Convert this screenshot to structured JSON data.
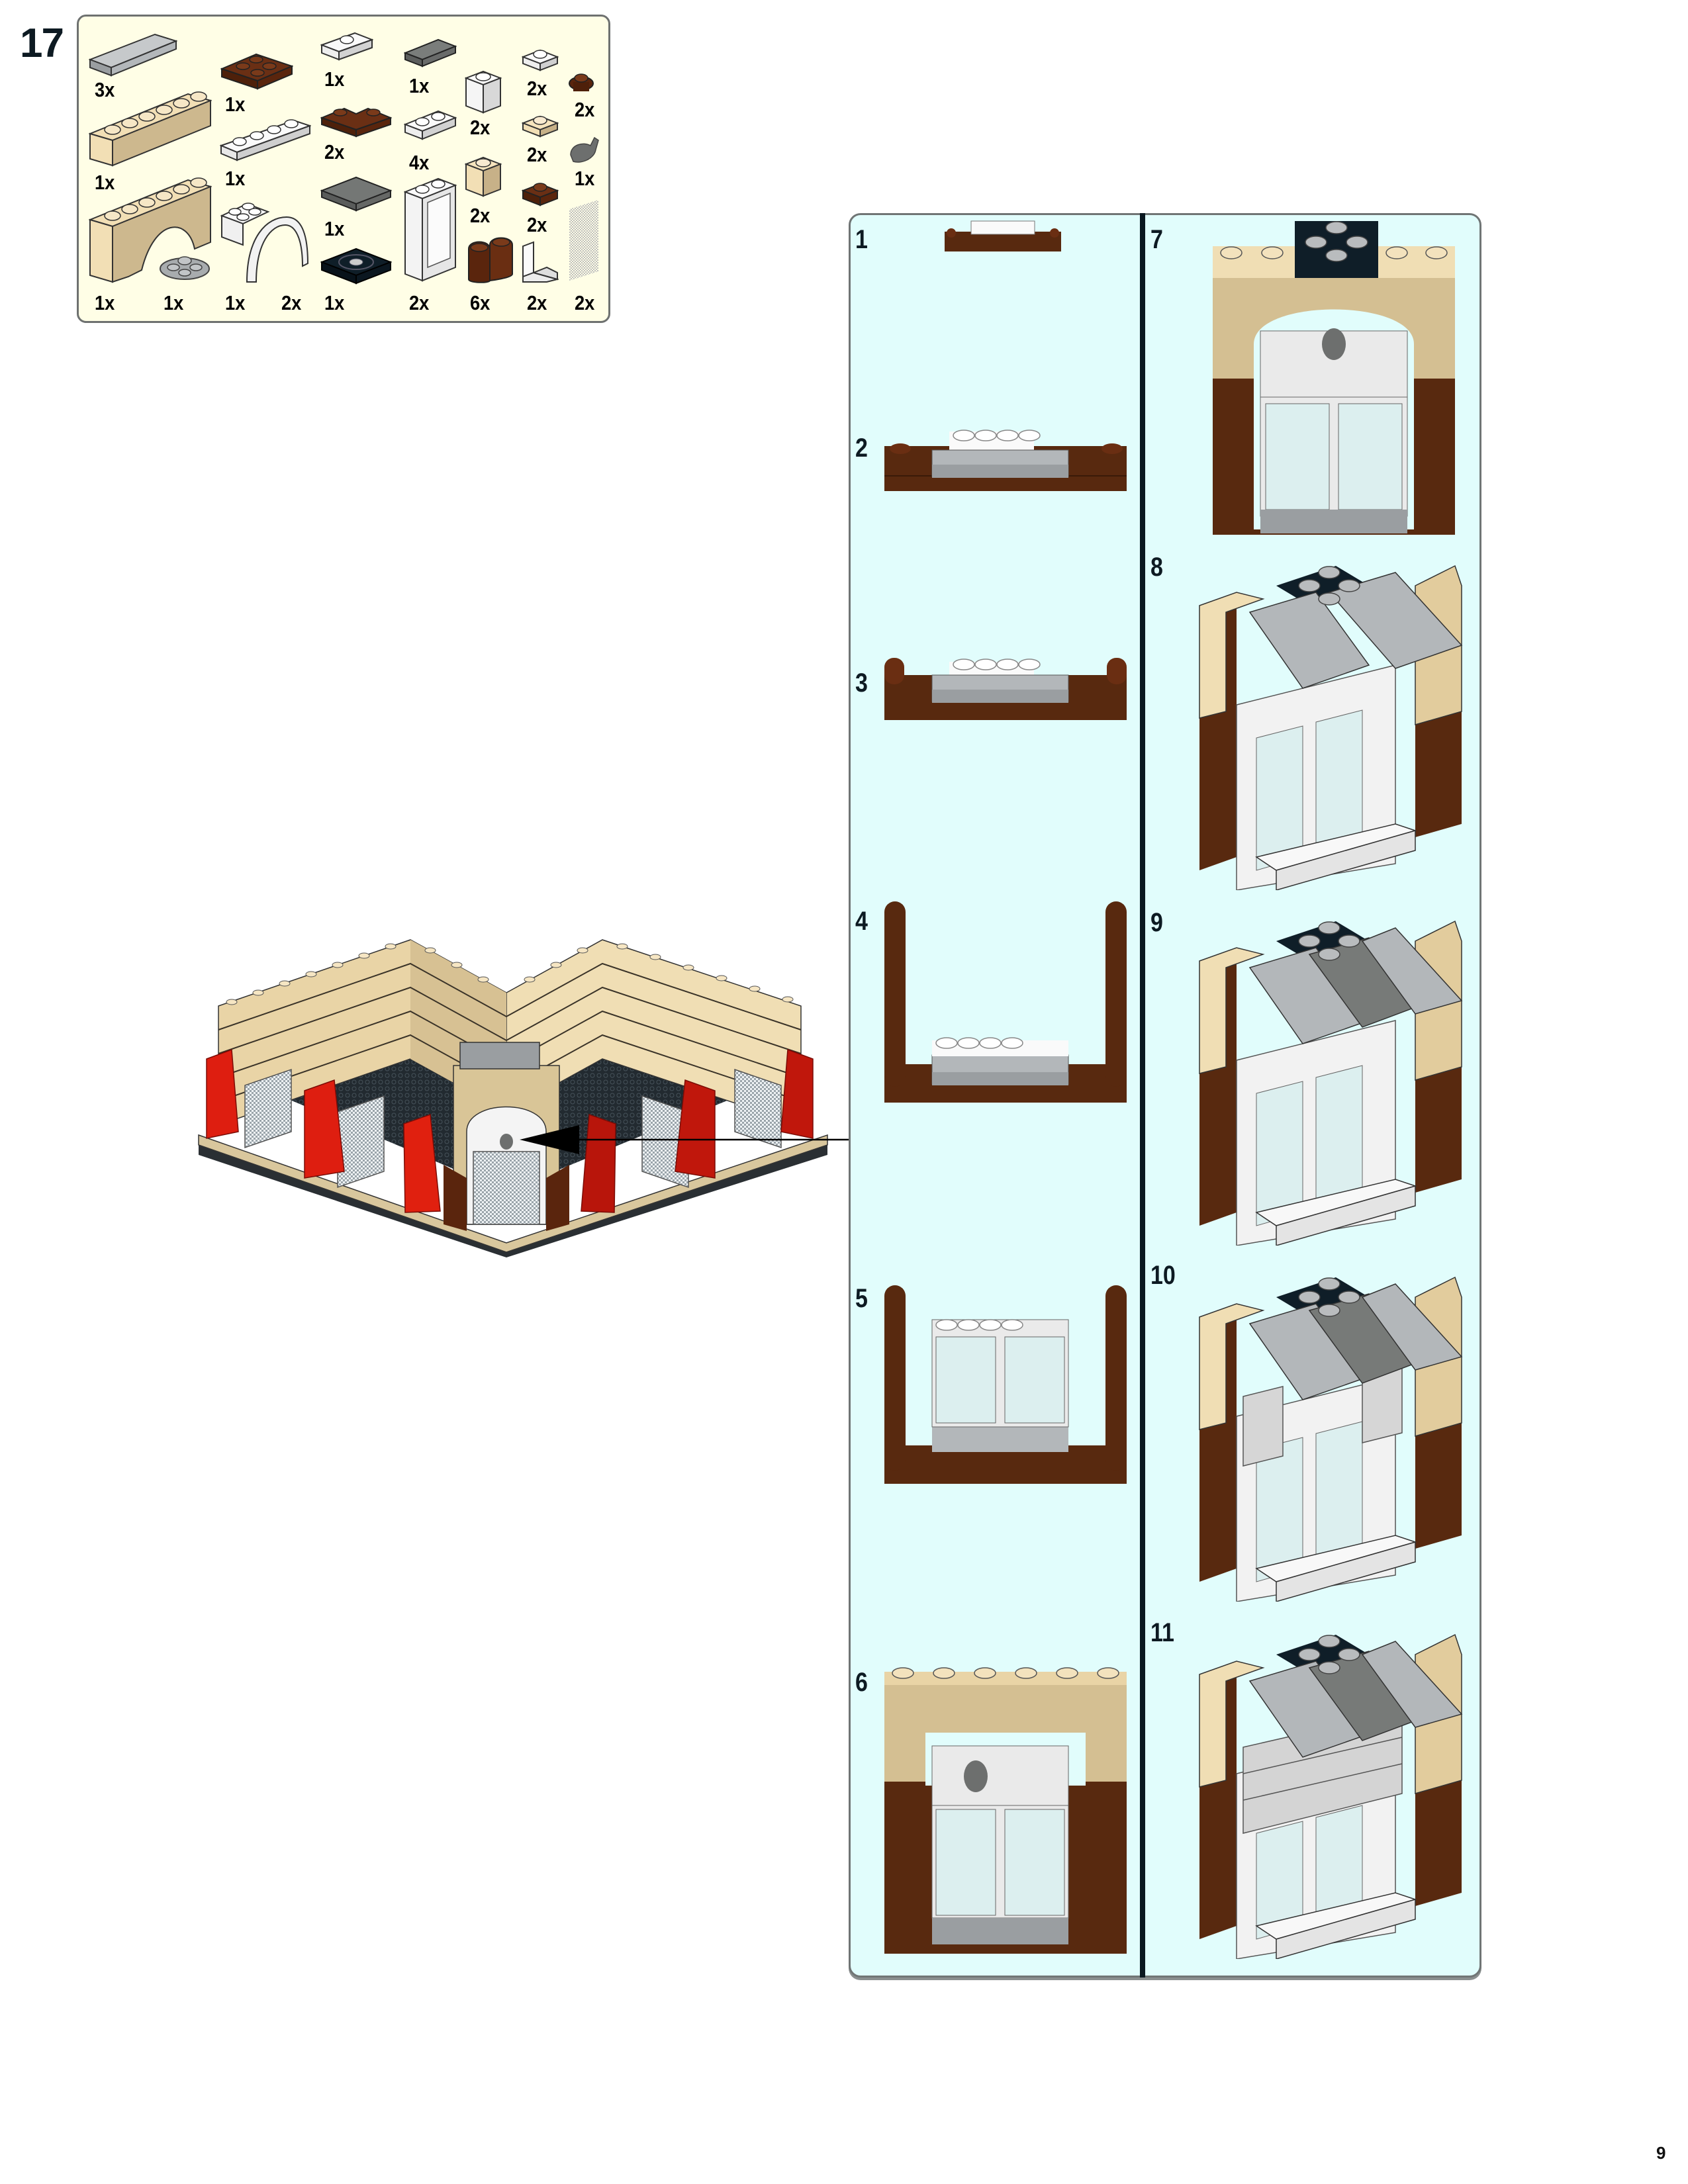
{
  "page": {
    "step_number": "17",
    "page_number": "9",
    "colors": {
      "parts_bg": "#fffee6",
      "substep_bg": "#e1fdfc",
      "brown": "#58290f",
      "tan": "#e4cd9e",
      "light_gray": "#a9adb0",
      "dark_gray": "#6b6e6c",
      "red": "#d7190d",
      "white": "#f4f4f4",
      "black": "#0c1822"
    }
  },
  "parts_list": {
    "items": [
      {
        "name": "tile-1x4-light-gray",
        "qty": "3x"
      },
      {
        "name": "plate-2x2-brown",
        "qty": "1x"
      },
      {
        "name": "plate-1x2-jumper-white",
        "qty": "1x"
      },
      {
        "name": "tile-1x2-dark-gray",
        "qty": "1x"
      },
      {
        "name": "brick-1x1-white",
        "qty": "2x"
      },
      {
        "name": "plate-1x1-white",
        "qty": "2x"
      },
      {
        "name": "plate-round-1x1-brown",
        "qty": "2x"
      },
      {
        "name": "brick-1x6-tan",
        "qty": "1x"
      },
      {
        "name": "plate-1x4-white",
        "qty": "1x"
      },
      {
        "name": "plate-corner-brown",
        "qty": "2x"
      },
      {
        "name": "plate-1x2-white",
        "qty": "4x"
      },
      {
        "name": "plate-1x1-tan",
        "qty": "2x"
      },
      {
        "name": "bird-dark-gray",
        "qty": "1x"
      },
      {
        "name": "brick-1x1-tan",
        "qty": "2x"
      },
      {
        "name": "tile-2x2-dark-gray",
        "qty": "1x"
      },
      {
        "name": "plate-1x1-brown",
        "qty": "2x"
      },
      {
        "name": "arch-1x6-tan",
        "qty": "1x"
      },
      {
        "name": "plate-round-2x2-light-gray",
        "qty": "1x"
      },
      {
        "name": "brick-2x2-white",
        "qty": "1x"
      },
      {
        "name": "arch-white",
        "qty": "2x"
      },
      {
        "name": "turntable-2x2-black",
        "qty": "1x"
      },
      {
        "name": "window-1x2x3-white",
        "qty": "2x"
      },
      {
        "name": "brick-round-half-brown",
        "qty": "6x"
      },
      {
        "name": "bracket-white",
        "qty": "2x"
      },
      {
        "name": "glass-pane-trans-clear",
        "qty": "2x"
      }
    ]
  },
  "substeps": {
    "left_column": [
      {
        "label": "1"
      },
      {
        "label": "2"
      },
      {
        "label": "3"
      },
      {
        "label": "4"
      },
      {
        "label": "5"
      },
      {
        "label": "6"
      }
    ],
    "right_column": [
      {
        "label": "7"
      },
      {
        "label": "8"
      },
      {
        "label": "9"
      },
      {
        "label": "10"
      },
      {
        "label": "11"
      }
    ]
  }
}
